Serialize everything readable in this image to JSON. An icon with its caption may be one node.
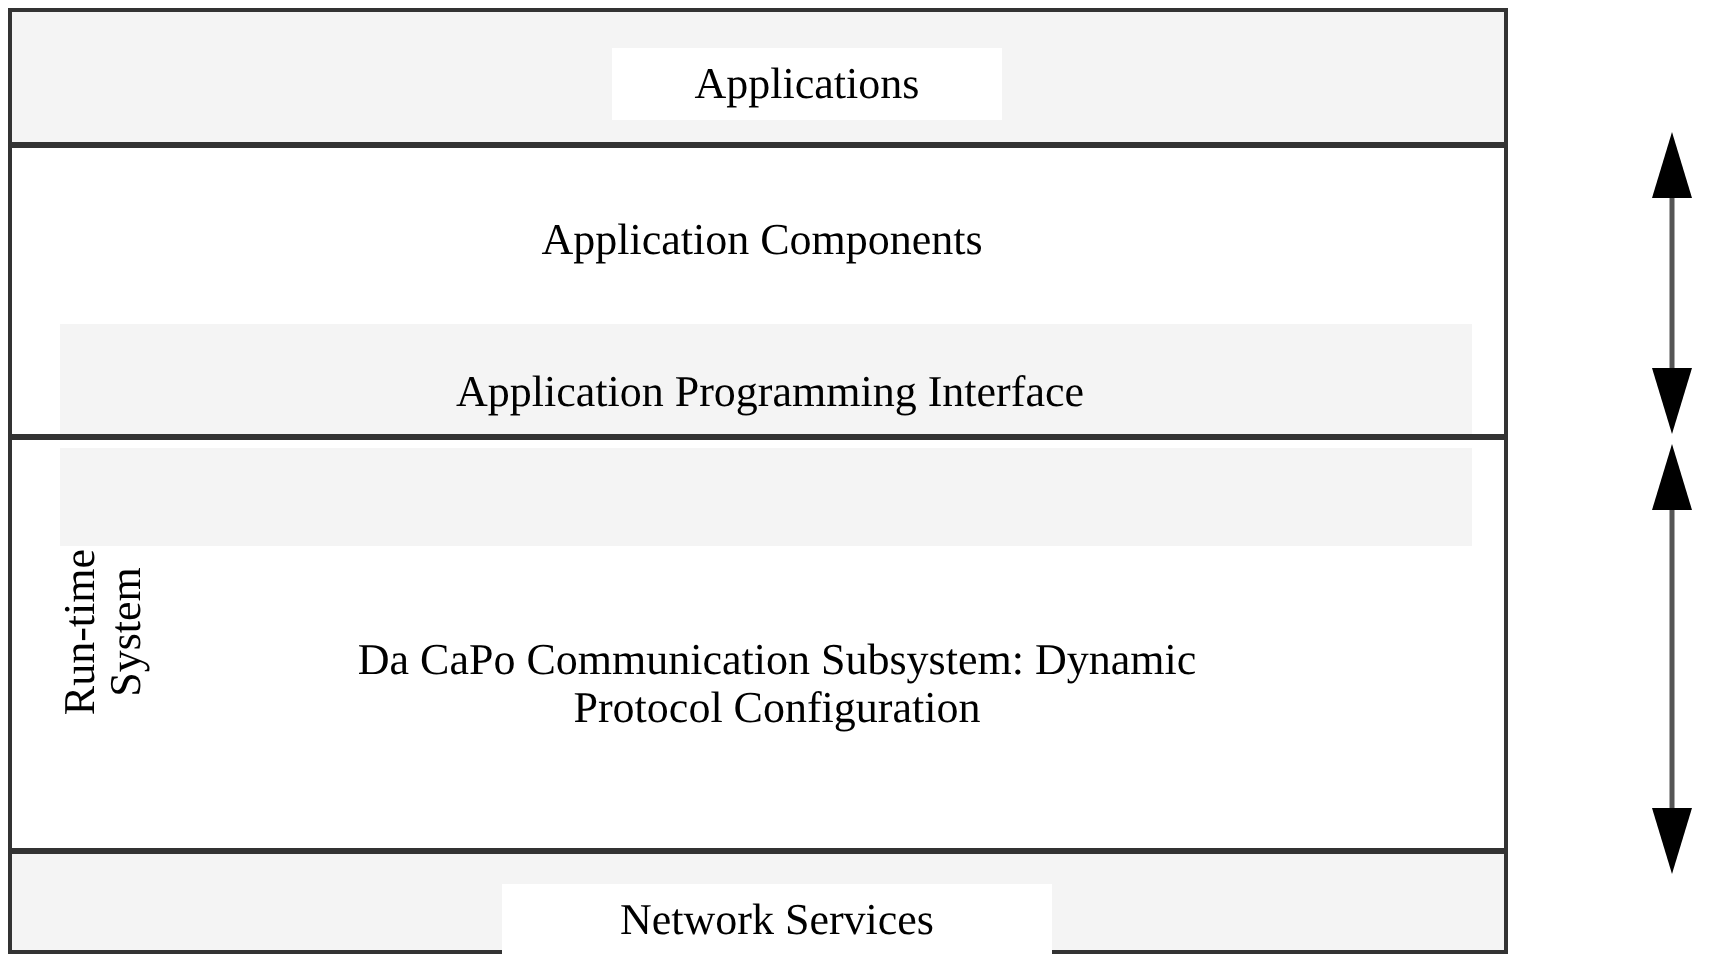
{
  "diagram": {
    "nodes": [
      {
        "text": [
          "Applications"
        ]
      },
      {
        "text": [
          "Application Components"
        ]
      },
      {
        "text": [
          "Application Programming Interface"
        ],
        "in": 1
      },
      {
        "text": [
          "Run-time System",
          "Da CaPo Communication Subsystem: Dynamic Protocol Configuration"
        ]
      },
      {
        "text": [],
        "shape": "bar",
        "in": 3
      },
      {
        "text": [
          "Network Services"
        ]
      }
    ]
  }
}
